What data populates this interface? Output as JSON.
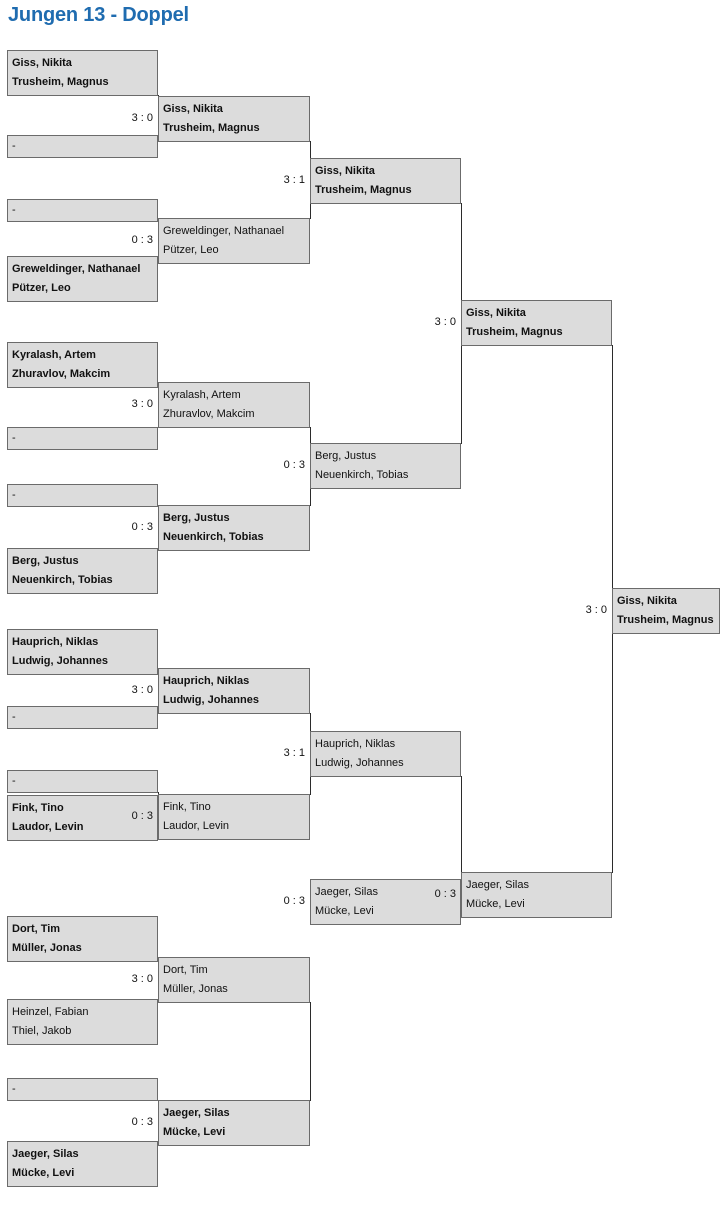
{
  "page": {
    "title": "Jungen 13 - Doppel",
    "accent_color": "#1f6cb0",
    "box_fill": "#dcdcdc",
    "box_border": "#6b6b6b",
    "text_color": "#111111",
    "background": "#ffffff"
  },
  "empty_slot_label": "-",
  "rounds": [
    {
      "name": "round-1",
      "slots": [
        {
          "id": "r1s1",
          "p1": "Giss, Nikita",
          "p2": "Trusheim, Magnus",
          "winner": true,
          "empty": false
        },
        {
          "id": "r1s2",
          "p1": "-",
          "p2": "",
          "winner": false,
          "empty": true
        },
        {
          "id": "r1s3",
          "p1": "-",
          "p2": "",
          "winner": false,
          "empty": true
        },
        {
          "id": "r1s4",
          "p1": "Greweldinger, Nathanael",
          "p2": "Pützer, Leo",
          "winner": true,
          "empty": false
        },
        {
          "id": "r1s5",
          "p1": "Kyralash, Artem",
          "p2": "Zhuravlov, Makcim",
          "winner": true,
          "empty": false
        },
        {
          "id": "r1s6",
          "p1": "-",
          "p2": "",
          "winner": false,
          "empty": true
        },
        {
          "id": "r1s7",
          "p1": "-",
          "p2": "",
          "winner": false,
          "empty": true
        },
        {
          "id": "r1s8",
          "p1": "Berg, Justus",
          "p2": "Neuenkirch, Tobias",
          "winner": true,
          "empty": false
        },
        {
          "id": "r1s9",
          "p1": "Hauprich, Niklas",
          "p2": "Ludwig, Johannes",
          "winner": true,
          "empty": false
        },
        {
          "id": "r1s10",
          "p1": "-",
          "p2": "",
          "winner": false,
          "empty": true
        },
        {
          "id": "r1s11",
          "p1": "-",
          "p2": "",
          "winner": false,
          "empty": true
        },
        {
          "id": "r1s12",
          "p1": "Fink, Tino",
          "p2": "Laudor, Levin",
          "winner": true,
          "empty": false
        },
        {
          "id": "r1s13",
          "p1": "Dort, Tim",
          "p2": "Müller, Jonas",
          "winner": true,
          "empty": false
        },
        {
          "id": "r1s14",
          "p1": "Heinzel, Fabian",
          "p2": "Thiel, Jakob",
          "winner": false,
          "empty": false
        },
        {
          "id": "r1s15",
          "p1": "-",
          "p2": "",
          "winner": false,
          "empty": true
        },
        {
          "id": "r1s16",
          "p1": "Jaeger, Silas",
          "p2": "Mücke, Levi",
          "winner": true,
          "empty": false
        }
      ],
      "scores": [
        "3 : 0",
        "0 : 3",
        "3 : 0",
        "0 : 3",
        "3 : 0",
        "0 : 3",
        "3 : 0",
        "0 : 3"
      ]
    },
    {
      "name": "round-2",
      "slots": [
        {
          "id": "r2s1",
          "p1": "Giss, Nikita",
          "p2": "Trusheim, Magnus",
          "winner": true,
          "empty": false
        },
        {
          "id": "r2s2",
          "p1": "Greweldinger, Nathanael",
          "p2": "Pützer, Leo",
          "winner": false,
          "empty": false
        },
        {
          "id": "r2s3",
          "p1": "Kyralash, Artem",
          "p2": "Zhuravlov, Makcim",
          "winner": false,
          "empty": false
        },
        {
          "id": "r2s4",
          "p1": "Berg, Justus",
          "p2": "Neuenkirch, Tobias",
          "winner": true,
          "empty": false
        },
        {
          "id": "r2s5",
          "p1": "Hauprich, Niklas",
          "p2": "Ludwig, Johannes",
          "winner": true,
          "empty": false
        },
        {
          "id": "r2s6",
          "p1": "Fink, Tino",
          "p2": "Laudor, Levin",
          "winner": false,
          "empty": false
        },
        {
          "id": "r2s7",
          "p1": "Dort, Tim",
          "p2": "Müller, Jonas",
          "winner": false,
          "empty": false
        },
        {
          "id": "r2s8",
          "p1": "Jaeger, Silas",
          "p2": "Mücke, Levi",
          "winner": true,
          "empty": false
        }
      ],
      "scores": [
        "3 : 1",
        "0 : 3",
        "3 : 1",
        "0 : 3"
      ]
    },
    {
      "name": "round-3",
      "slots": [
        {
          "id": "r3s1",
          "p1": "Giss, Nikita",
          "p2": "Trusheim, Magnus",
          "winner": true,
          "empty": false
        },
        {
          "id": "r3s2",
          "p1": "Berg, Justus",
          "p2": "Neuenkirch, Tobias",
          "winner": false,
          "empty": false
        },
        {
          "id": "r3s3",
          "p1": "Hauprich, Niklas",
          "p2": "Ludwig, Johannes",
          "winner": false,
          "empty": false
        },
        {
          "id": "r3s4",
          "p1": "Jaeger, Silas",
          "p2": "Mücke, Levi",
          "winner": false,
          "empty": false
        }
      ],
      "scores": [
        "3 : 0",
        "0 : 3"
      ]
    },
    {
      "name": "final",
      "slots": [
        {
          "id": "r4s1",
          "p1": "Giss, Nikita",
          "p2": "Trusheim, Magnus",
          "winner": true,
          "empty": false
        }
      ],
      "scores": [
        "3 : 0"
      ]
    }
  ]
}
